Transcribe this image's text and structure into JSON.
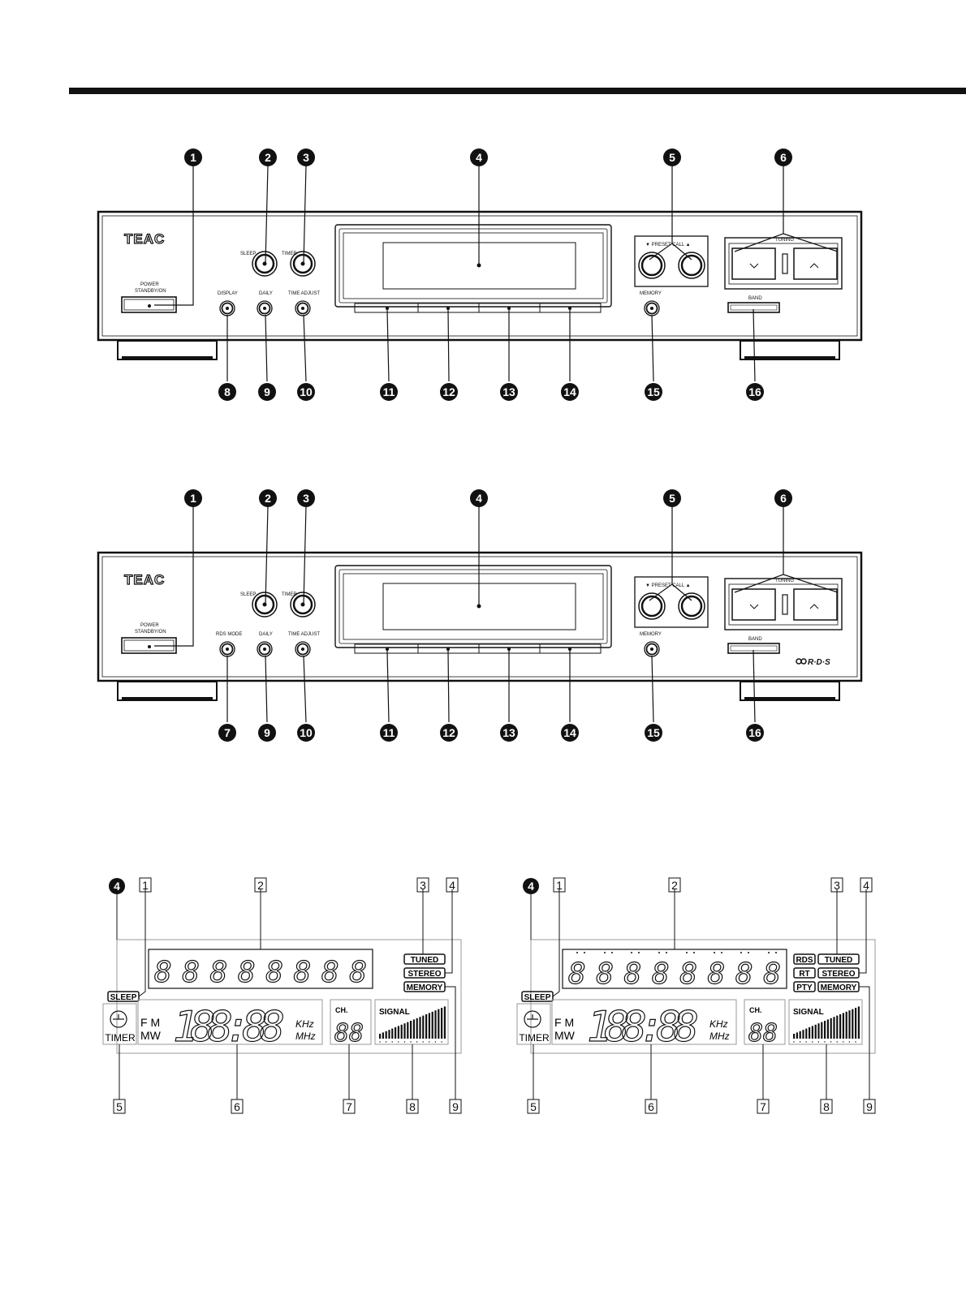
{
  "brand": "TEAC",
  "panel_labels": {
    "power": "POWER",
    "standby": "STANDBY/ON",
    "sleep": "SLEEP",
    "timer": "TIMER",
    "display": "DISPLAY",
    "rds_mode": "RDS MODE",
    "daily": "DAILY",
    "time_adjust": "TIME ADJUST",
    "preset_call": "▼ PRESET CALL ▲",
    "memory": "MEMORY",
    "tuning": "TUNING",
    "band": "BAND",
    "rds_logo": "R·D·S"
  },
  "panel1_callouts_top": [
    "1",
    "2",
    "3",
    "4",
    "5",
    "6"
  ],
  "panel1_callouts_bottom": [
    "8",
    "9",
    "10",
    "11",
    "12",
    "13",
    "14",
    "15",
    "16"
  ],
  "panel2_callouts_top": [
    "1",
    "2",
    "3",
    "4",
    "5",
    "6"
  ],
  "panel2_callouts_bottom": [
    "7",
    "9",
    "10",
    "11",
    "12",
    "13",
    "14",
    "15",
    "16"
  ],
  "lcd": {
    "callout": "4",
    "top_boxes": [
      "1",
      "2",
      "3",
      "4"
    ],
    "bottom_boxes": [
      "5",
      "6",
      "7",
      "8",
      "9"
    ],
    "chars": "88888888",
    "tuned": "TUNED",
    "stereo": "STEREO",
    "memory": "MEMORY",
    "sleep": "SLEEP",
    "timer": "TIMER",
    "fm": "F M",
    "mw": "MW",
    "freq": "188:88",
    "khz": "KHz",
    "mhz": "MHz",
    "ch": "CH.",
    "ch_digits": "88",
    "signal": "SIGNAL",
    "rds": "RDS",
    "rt": "RT",
    "pty": "PTY"
  }
}
